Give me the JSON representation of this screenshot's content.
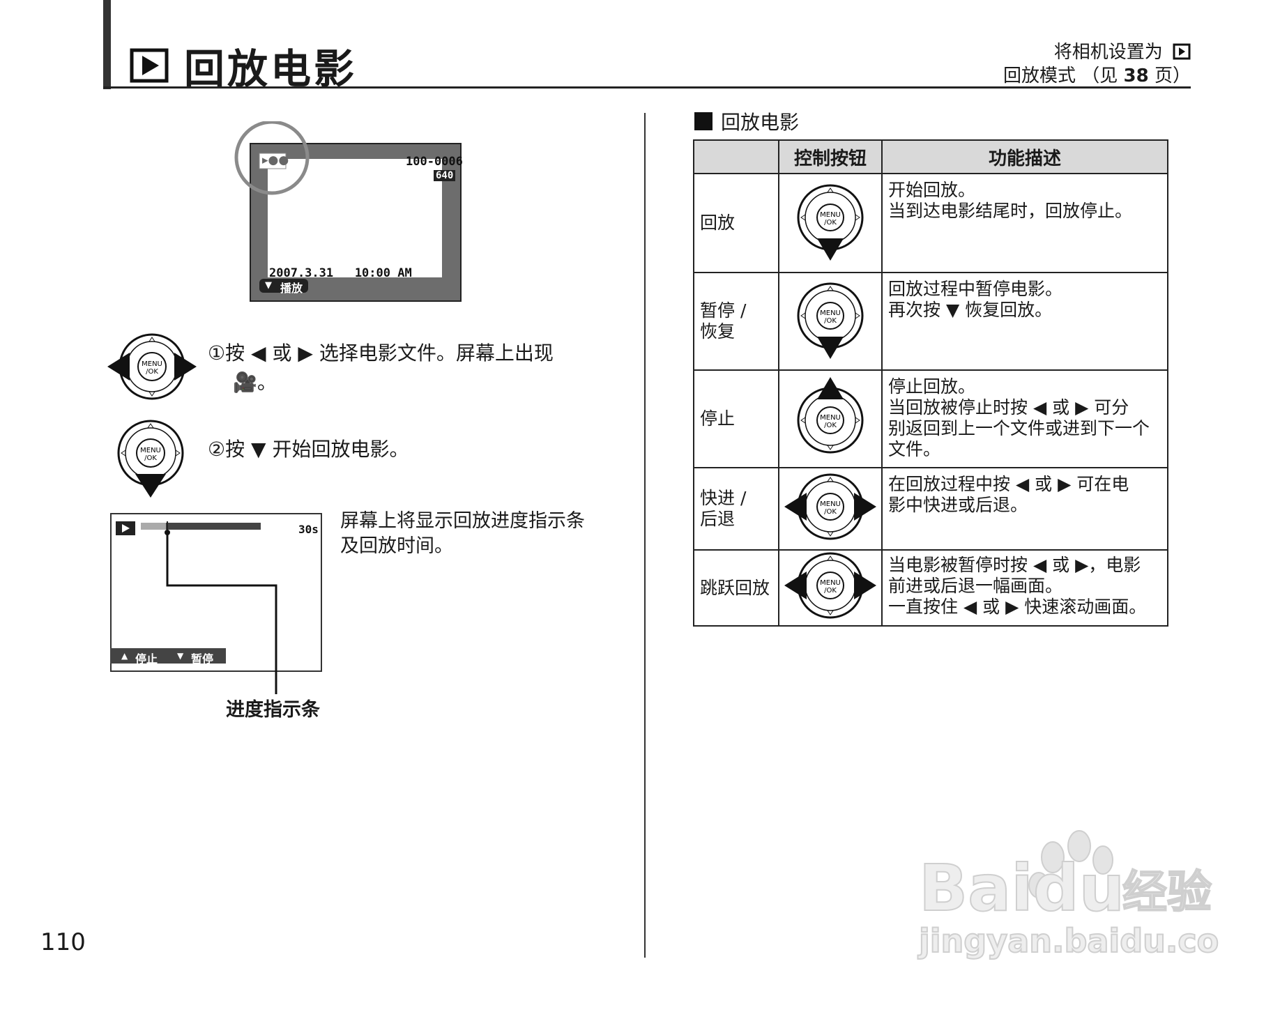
{
  "header": {
    "title": "回放电影",
    "right_line1": "将相机设置为",
    "right_line2_a": "回放模式 （见 ",
    "right_line2_page": "38",
    "right_line2_b": " 页）"
  },
  "lcd1": {
    "file_no": "100-0006",
    "size": "640",
    "datetime": "2007.3.31   10:00 AM",
    "play_label": "播放"
  },
  "steps": [
    {
      "num": "①",
      "a": "按",
      "b": "或",
      "c": "选择电影文件。屏幕上出现",
      "d": "。"
    },
    {
      "num": "②",
      "a": "按",
      "c": "开始回放电影。"
    }
  ],
  "lcd2": {
    "time": "30s",
    "stop_label": "停止",
    "pause_label": "暂停"
  },
  "caption_lines": [
    "屏幕上将显示回放进度指示条",
    "及回放时间。"
  ],
  "callout": "进度指示条",
  "section_title": "回放电影",
  "table": {
    "headers": [
      "",
      "控制按钮",
      "功能描述"
    ],
    "rows": [
      {
        "name": [
          "回放"
        ],
        "desc": [
          "开始回放。",
          "当到达电影结尾时，回放停止。"
        ]
      },
      {
        "name": [
          "暂停 /",
          "恢复"
        ],
        "desc": [
          "回放过程中暂停电影。",
          "再次按 ▼ 恢复回放。"
        ]
      },
      {
        "name": [
          "停止"
        ],
        "desc": [
          "停止回放。",
          "当回放被停止时按 ◀ 或 ▶ 可分",
          "别返回到上一个文件或进到下一个",
          "文件。"
        ]
      },
      {
        "name": [
          "快进 /",
          "后退"
        ],
        "desc": [
          "在回放过程中按 ◀ 或 ▶ 可在电",
          "影中快进或后退。"
        ]
      },
      {
        "name": [
          "跳跃回放"
        ],
        "desc": [
          "当电影被暂停时按 ◀ 或 ▶，电影",
          "前进或后退一幅画面。",
          "一直按住 ◀ 或 ▶ 快速滚动画面。"
        ]
      }
    ]
  },
  "dpad_center": [
    "MENU",
    "/OK"
  ],
  "watermark": {
    "brand": "Baidu",
    "cn": "经验",
    "url": "jingyan.baidu.com"
  },
  "page_number": "110"
}
